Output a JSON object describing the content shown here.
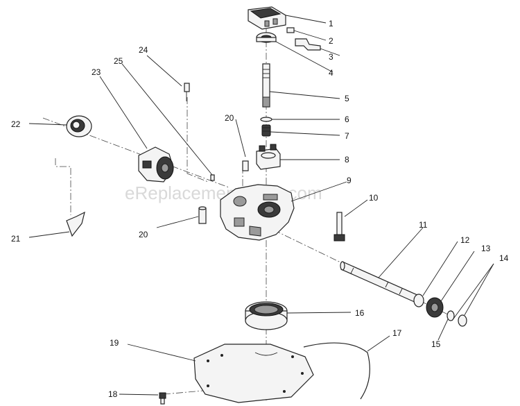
{
  "watermark": "eReplacementParts.com",
  "callouts": [
    {
      "id": "c1",
      "label": "1"
    },
    {
      "id": "c2",
      "label": "2"
    },
    {
      "id": "c3",
      "label": "3"
    },
    {
      "id": "c4",
      "label": "4"
    },
    {
      "id": "c5",
      "label": "5"
    },
    {
      "id": "c6",
      "label": "6"
    },
    {
      "id": "c7",
      "label": "7"
    },
    {
      "id": "c8",
      "label": "8"
    },
    {
      "id": "c9",
      "label": "9"
    },
    {
      "id": "c10",
      "label": "10"
    },
    {
      "id": "c11",
      "label": "11"
    },
    {
      "id": "c12",
      "label": "12"
    },
    {
      "id": "c13",
      "label": "13"
    },
    {
      "id": "c14",
      "label": "14"
    },
    {
      "id": "c15",
      "label": "15"
    },
    {
      "id": "c16",
      "label": "16"
    },
    {
      "id": "c17",
      "label": "17"
    },
    {
      "id": "c18",
      "label": "18"
    },
    {
      "id": "c19",
      "label": "19"
    },
    {
      "id": "c20a",
      "label": "20"
    },
    {
      "id": "c20b",
      "label": "20"
    },
    {
      "id": "c21",
      "label": "21"
    },
    {
      "id": "c22",
      "label": "22"
    },
    {
      "id": "c23",
      "label": "23"
    },
    {
      "id": "c24",
      "label": "24"
    },
    {
      "id": "c25",
      "label": "25"
    }
  ]
}
